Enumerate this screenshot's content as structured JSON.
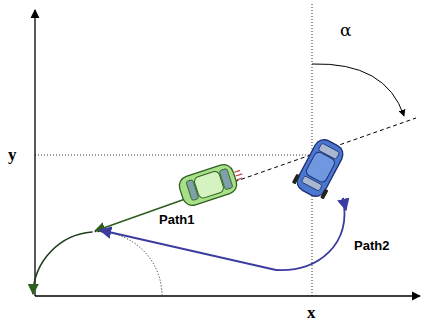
{
  "diagram": {
    "labels": [
      "y",
      "x",
      "α",
      "Path1",
      "Path2"
    ]
  }
}
